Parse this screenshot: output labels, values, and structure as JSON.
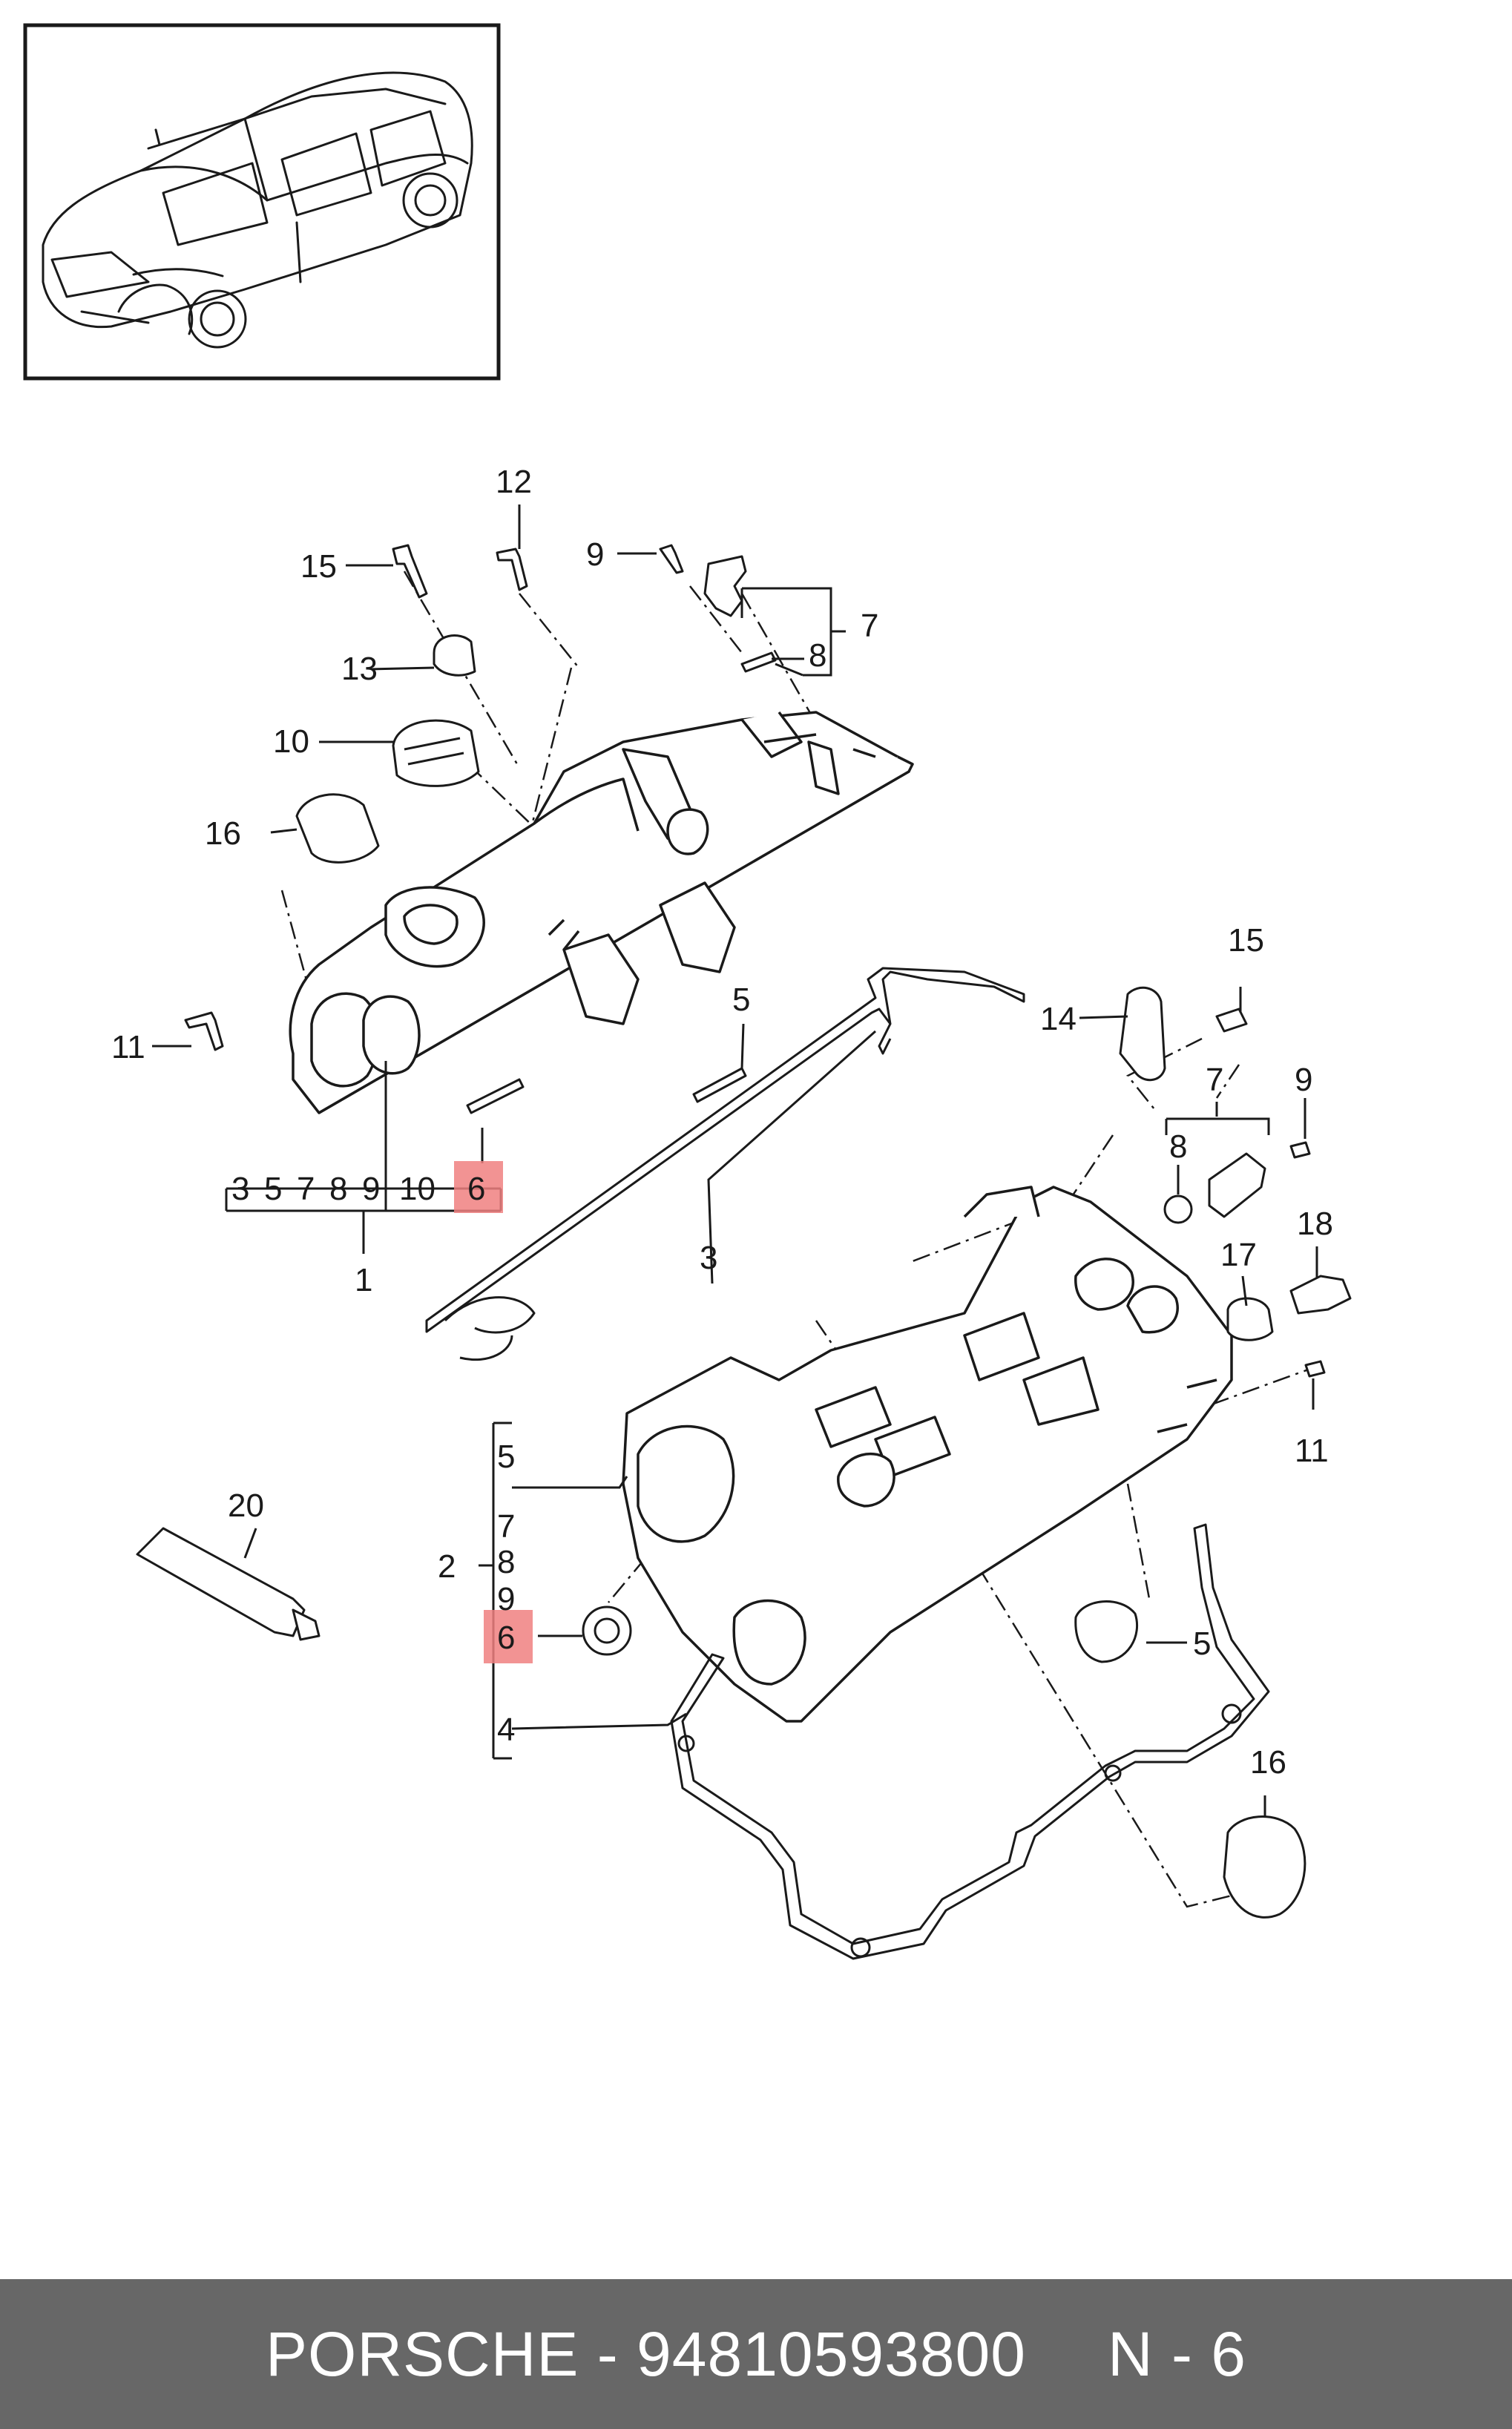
{
  "callouts": {
    "c1": "1",
    "c2": "2",
    "c3": "3",
    "c4": "4",
    "c5a": "5",
    "c5b": "5",
    "c5c": "5",
    "c6a": "6",
    "c6b": "6",
    "c7a": "7",
    "c7b": "7",
    "c7c": "7",
    "c8a": "8",
    "c8b": "8",
    "c8c": "8",
    "c9a": "9",
    "c9b": "9",
    "c9c": "9",
    "c9d": "9",
    "c10a": "10",
    "c10b": "10",
    "c11a": "11",
    "c11b": "11",
    "c12": "12",
    "c13": "13",
    "c14": "14",
    "c15a": "15",
    "c15b": "15",
    "c16a": "16",
    "c16b": "16",
    "c17": "17",
    "c18": "18",
    "c20": "20",
    "c3s": "3",
    "c5s": "5"
  },
  "highlight_color": "#f08080",
  "footer": {
    "brand_part": "PORSCHE - 94810593800",
    "position": "N - 6"
  }
}
